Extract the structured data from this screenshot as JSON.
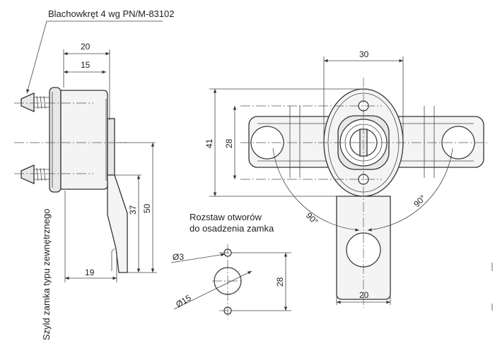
{
  "labels": {
    "screw": "Blachowkręt 4 wg PN/M-83102",
    "vertical_caption": "Szyld zamka typu zewnętrznego",
    "hole_spacing_line1": "Rozstaw otworów",
    "hole_spacing_line2": "do osadzenia zamka"
  },
  "dimensions": {
    "side_20": "20",
    "side_15": "15",
    "side_19": "19",
    "side_37": "37",
    "side_50": "50",
    "front_30": "30",
    "front_41": "41",
    "front_28": "28",
    "front_bottom_20": "20",
    "angle_left": "90°",
    "angle_right": "90°",
    "hole_d3": "Ø3",
    "hole_d15": "Ø15",
    "hole_28": "28"
  }
}
